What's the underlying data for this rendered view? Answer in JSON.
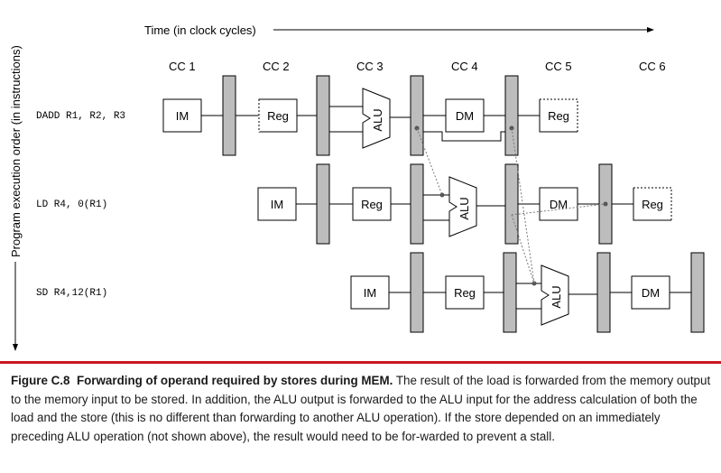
{
  "diagram": {
    "time_label": "Time (in clock cycles)",
    "order_label": "Program execution order (in instructions)",
    "clock_cycles": [
      "CC 1",
      "CC 2",
      "CC 3",
      "CC 4",
      "CC 5",
      "CC 6"
    ],
    "instructions": [
      "DADD R1, R2, R3",
      "LD R4, 0(R1)",
      "SD R4,12(R1)"
    ],
    "stages": {
      "im": "IM",
      "reg": "Reg",
      "alu": "ALU",
      "dm": "DM"
    }
  },
  "caption": {
    "label": "Figure C.8",
    "title": "Forwarding of operand required by stores during MEM.",
    "text": "The result of the load is forwarded from the memory output to the memory input to be stored. In addition, the ALU output is forwarded to the ALU input for the address calculation of both the load and the store (this is no different than forwarding to another ALU operation). If the store depended on an immediately preceding ALU operation (not shown above), the result would need to be for-warded to prevent a stall."
  }
}
